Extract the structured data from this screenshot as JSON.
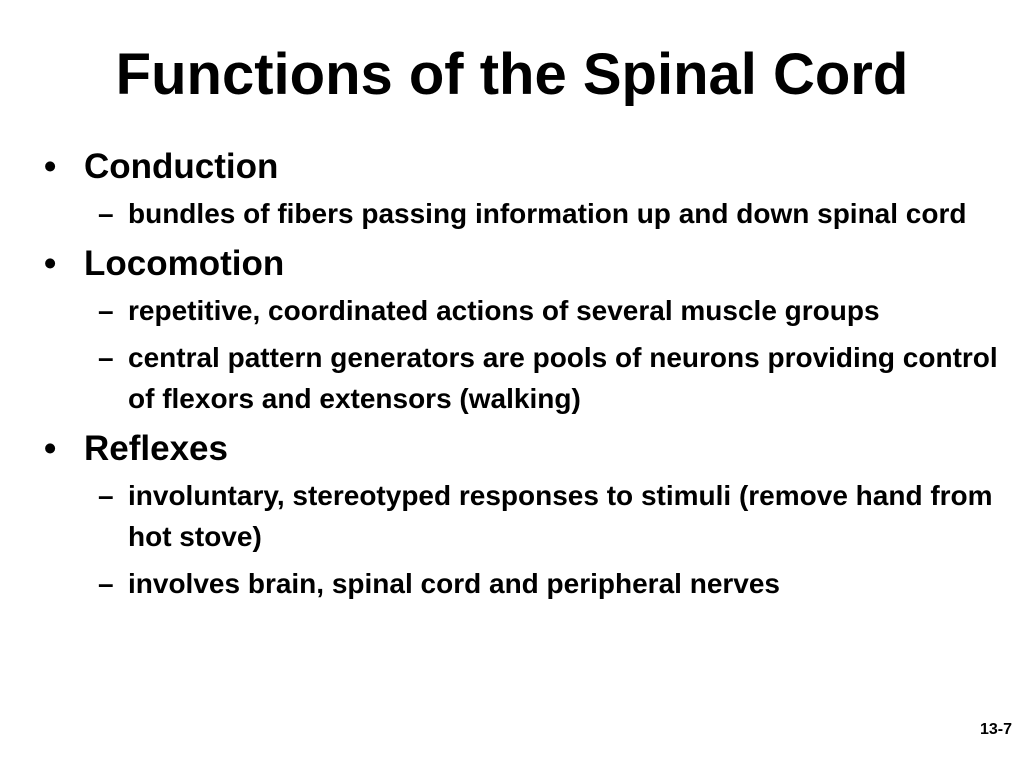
{
  "slide": {
    "title": "Functions of the Spinal Cord",
    "bullet_glyph": "•",
    "dash_glyph": "–",
    "items": [
      {
        "label": "Conduction",
        "subitems": [
          "bundles of fibers passing information up and down spinal cord"
        ]
      },
      {
        "label": "Locomotion",
        "subitems": [
          "repetitive, coordinated actions of several muscle groups",
          "central pattern generators are pools of neurons providing control of flexors and extensors (walking)"
        ]
      },
      {
        "label": "Reflexes",
        "subitems": [
          "involuntary, stereotyped responses to stimuli (remove hand from hot stove)",
          "involves brain, spinal cord and peripheral nerves"
        ]
      }
    ],
    "page_number": "13-7"
  }
}
